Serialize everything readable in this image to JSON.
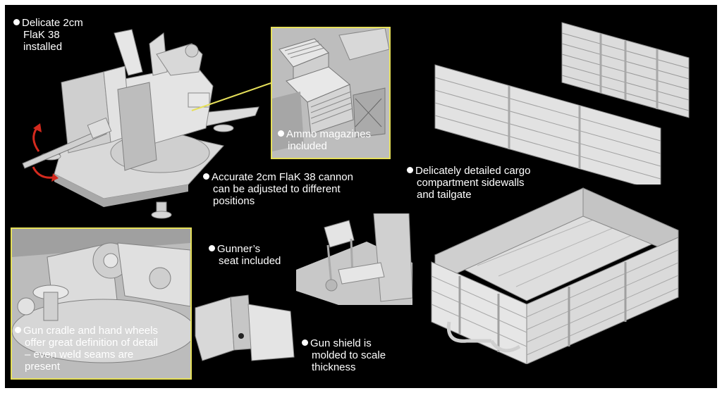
{
  "captions": {
    "flak_installed": [
      "Delicate 2cm",
      "FlaK 38",
      "installed"
    ],
    "ammo": [
      "Ammo magazines",
      "included"
    ],
    "cannon": [
      "Accurate 2cm FlaK 38 cannon",
      "can be adjusted to different",
      "positions"
    ],
    "cargo": [
      "Delicately detailed cargo",
      "compartment sidewalls",
      "and tailgate"
    ],
    "seat": [
      "Gunner’s",
      "seat included"
    ],
    "cradle": [
      "Gun cradle and hand wheels",
      "offer great definition of detail",
      "– even weld seams are",
      "present"
    ],
    "shield": [
      "Gun shield is",
      "molded to scale",
      "thickness"
    ]
  },
  "colors": {
    "background": "#000000",
    "inset_border": "#e6e05a",
    "caption_text": "#ffffff",
    "model_light": "#e8e8e8",
    "model_shadow": "#9a9a9a",
    "arrow": "#d42a1e"
  }
}
